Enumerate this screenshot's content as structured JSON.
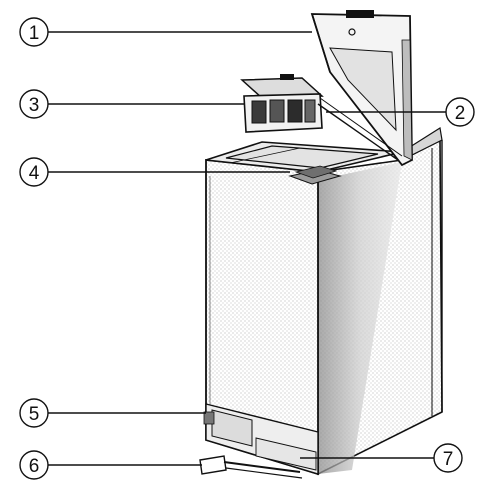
{
  "callouts": [
    {
      "id": "c1",
      "label": "1"
    },
    {
      "id": "c2",
      "label": "2"
    },
    {
      "id": "c3",
      "label": "3"
    },
    {
      "id": "c4",
      "label": "4"
    },
    {
      "id": "c5",
      "label": "5"
    },
    {
      "id": "c6",
      "label": "6"
    },
    {
      "id": "c7",
      "label": "7"
    }
  ],
  "colors": {
    "line": "#111111",
    "shade": "#cfcfcf",
    "dark_shade": "#9a9a9a",
    "background": "#ffffff"
  }
}
